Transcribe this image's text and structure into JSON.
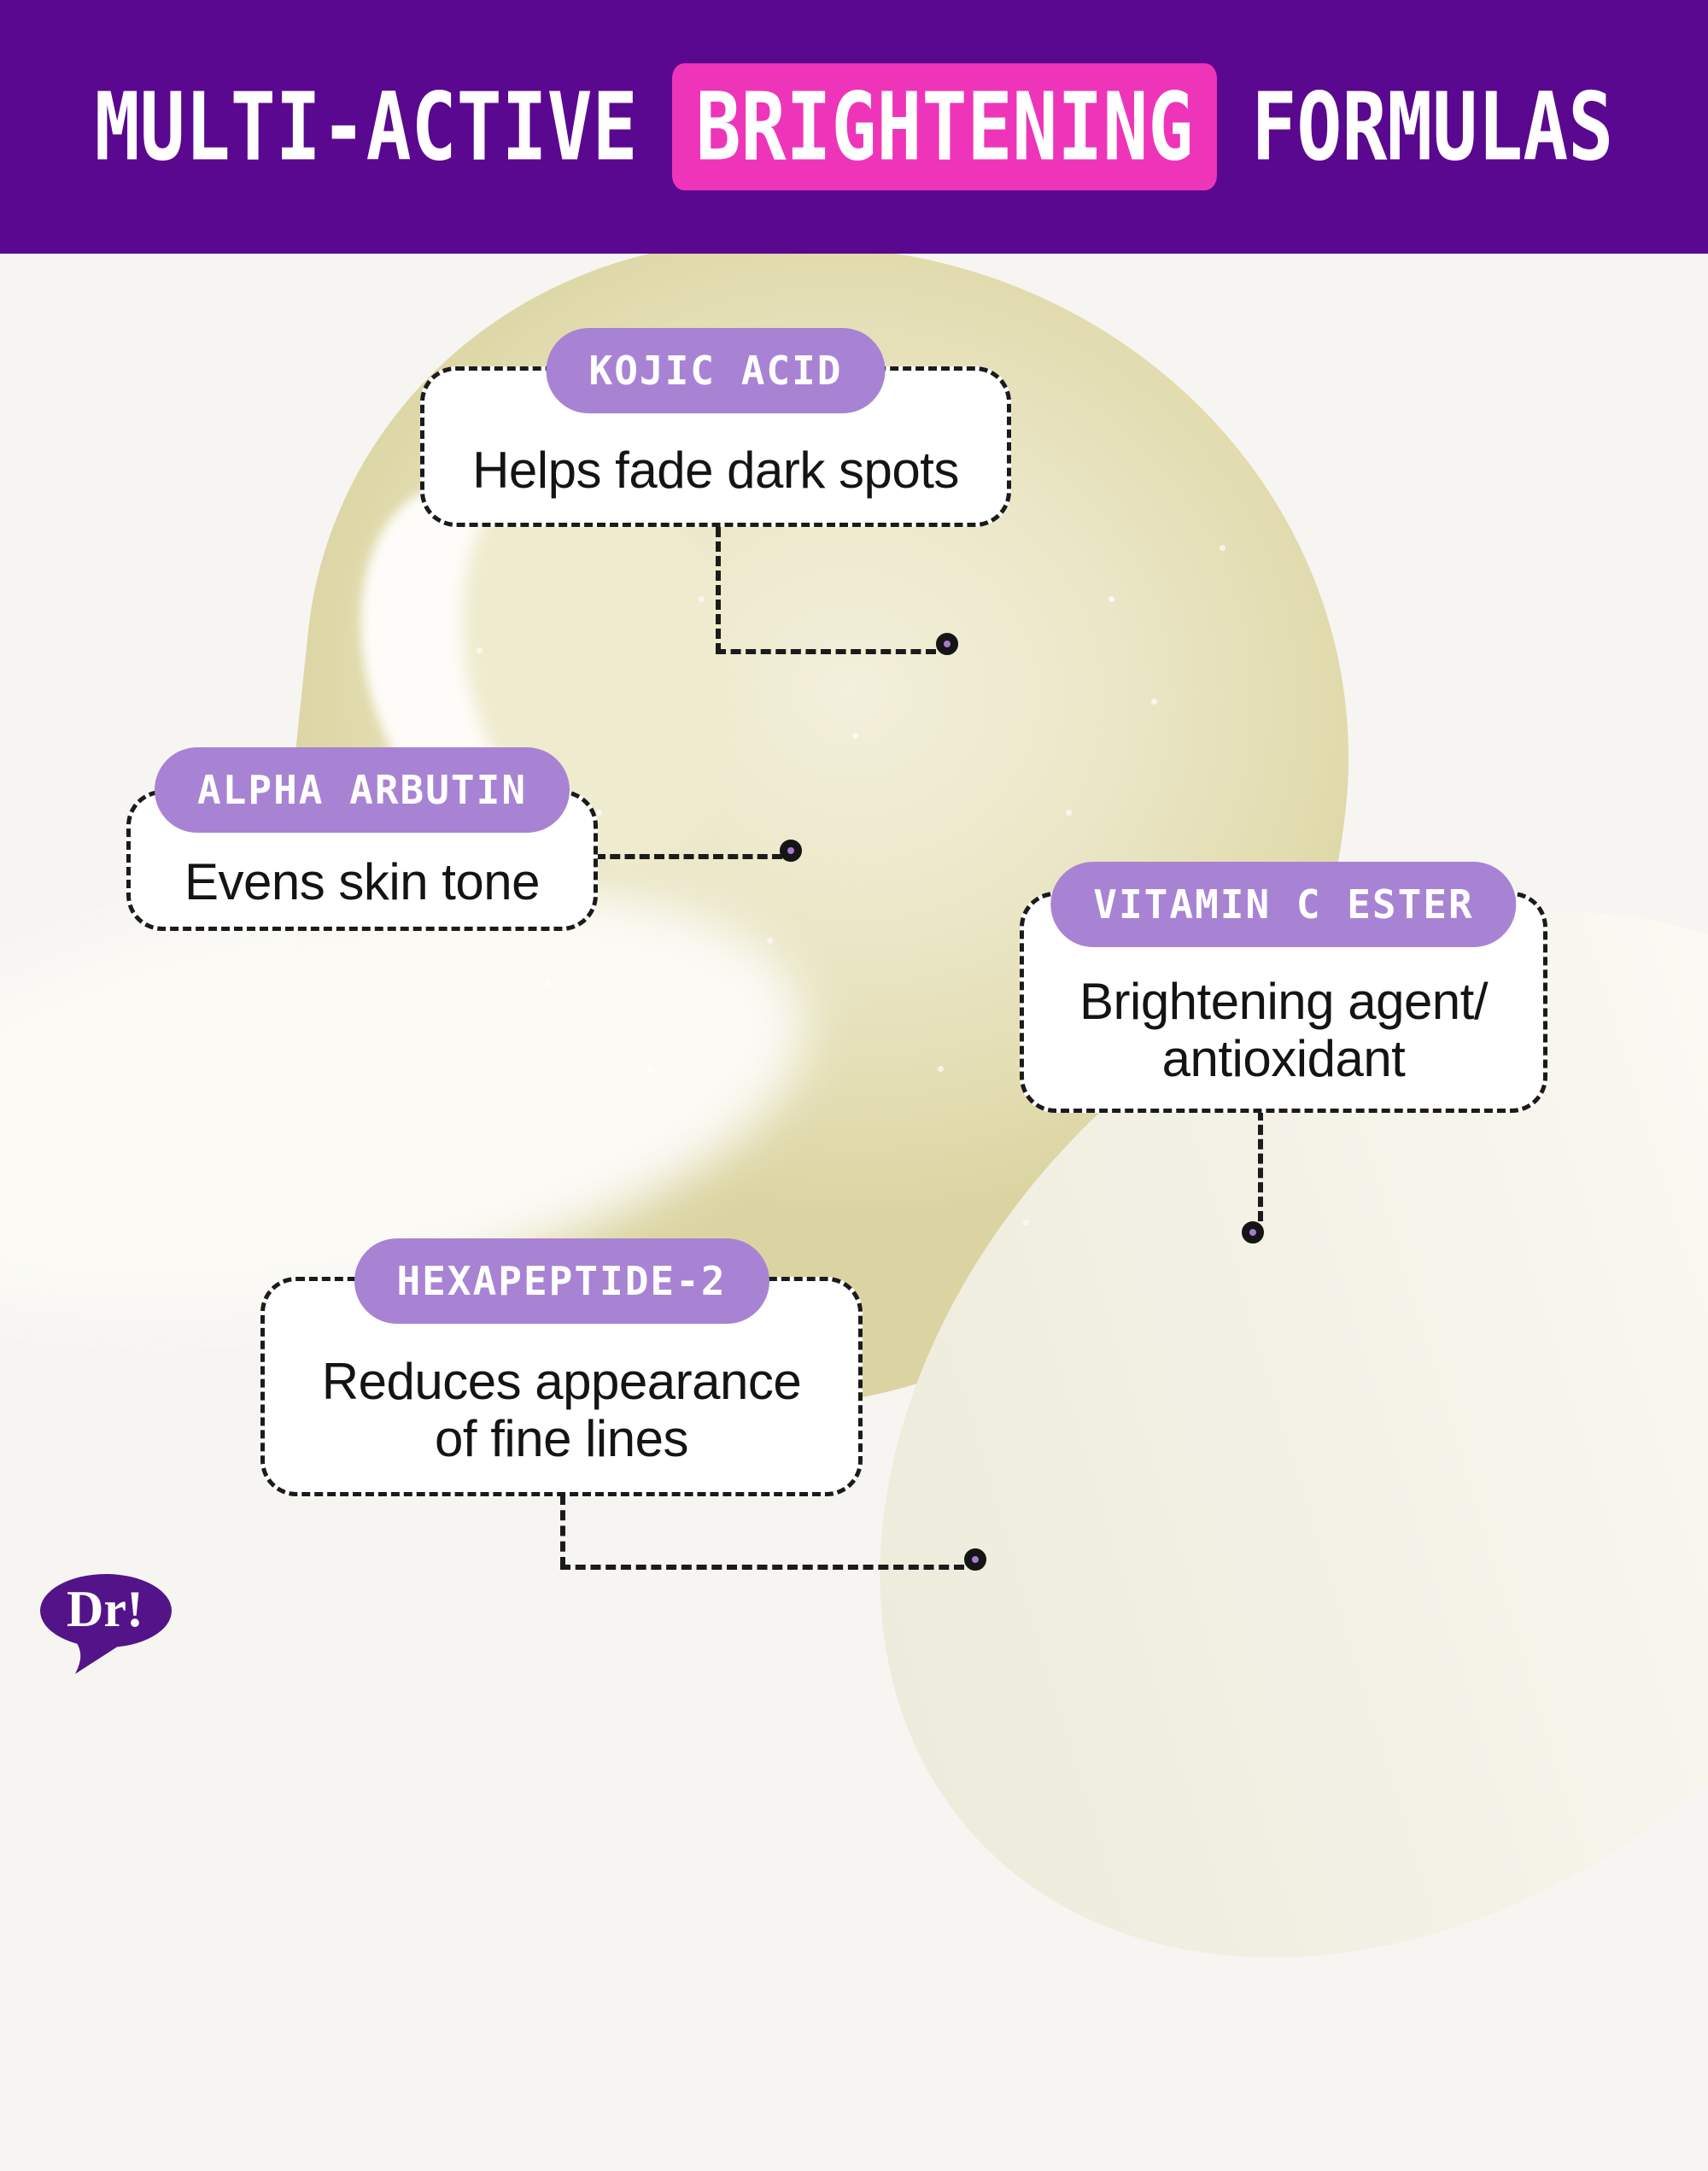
{
  "header": {
    "segments": [
      {
        "text": "MULTI-ACTIVE",
        "highlight": false
      },
      {
        "text": "BRIGHTENING",
        "highlight": true
      },
      {
        "text": "FORMULAS",
        "highlight": false
      }
    ]
  },
  "callouts": [
    {
      "id": "kojic-acid",
      "label": "KOJIC ACID",
      "description": "Helps fade dark spots"
    },
    {
      "id": "alpha-arbutin",
      "label": "ALPHA ARBUTIN",
      "description": "Evens skin tone"
    },
    {
      "id": "vitamin-c-ester",
      "label": "VITAMIN C ESTER",
      "description": "Brightening agent/\nantioxidant"
    },
    {
      "id": "hexapeptide-2",
      "label": "HEXAPEPTIDE-2",
      "description": "Reduces appearance\nof fine lines"
    }
  ],
  "logo": {
    "text": "Dr!"
  },
  "colors": {
    "header_bg": "#5A0890",
    "highlight_bg": "#EE35BA",
    "pill_bg": "#A883D3",
    "dot_fill": "#A57CCF",
    "line": "#1B1B1B",
    "background": "#F7F5F2",
    "box_bg": "#FFFFFF",
    "text": "#141414",
    "logo_bg": "#541489"
  }
}
